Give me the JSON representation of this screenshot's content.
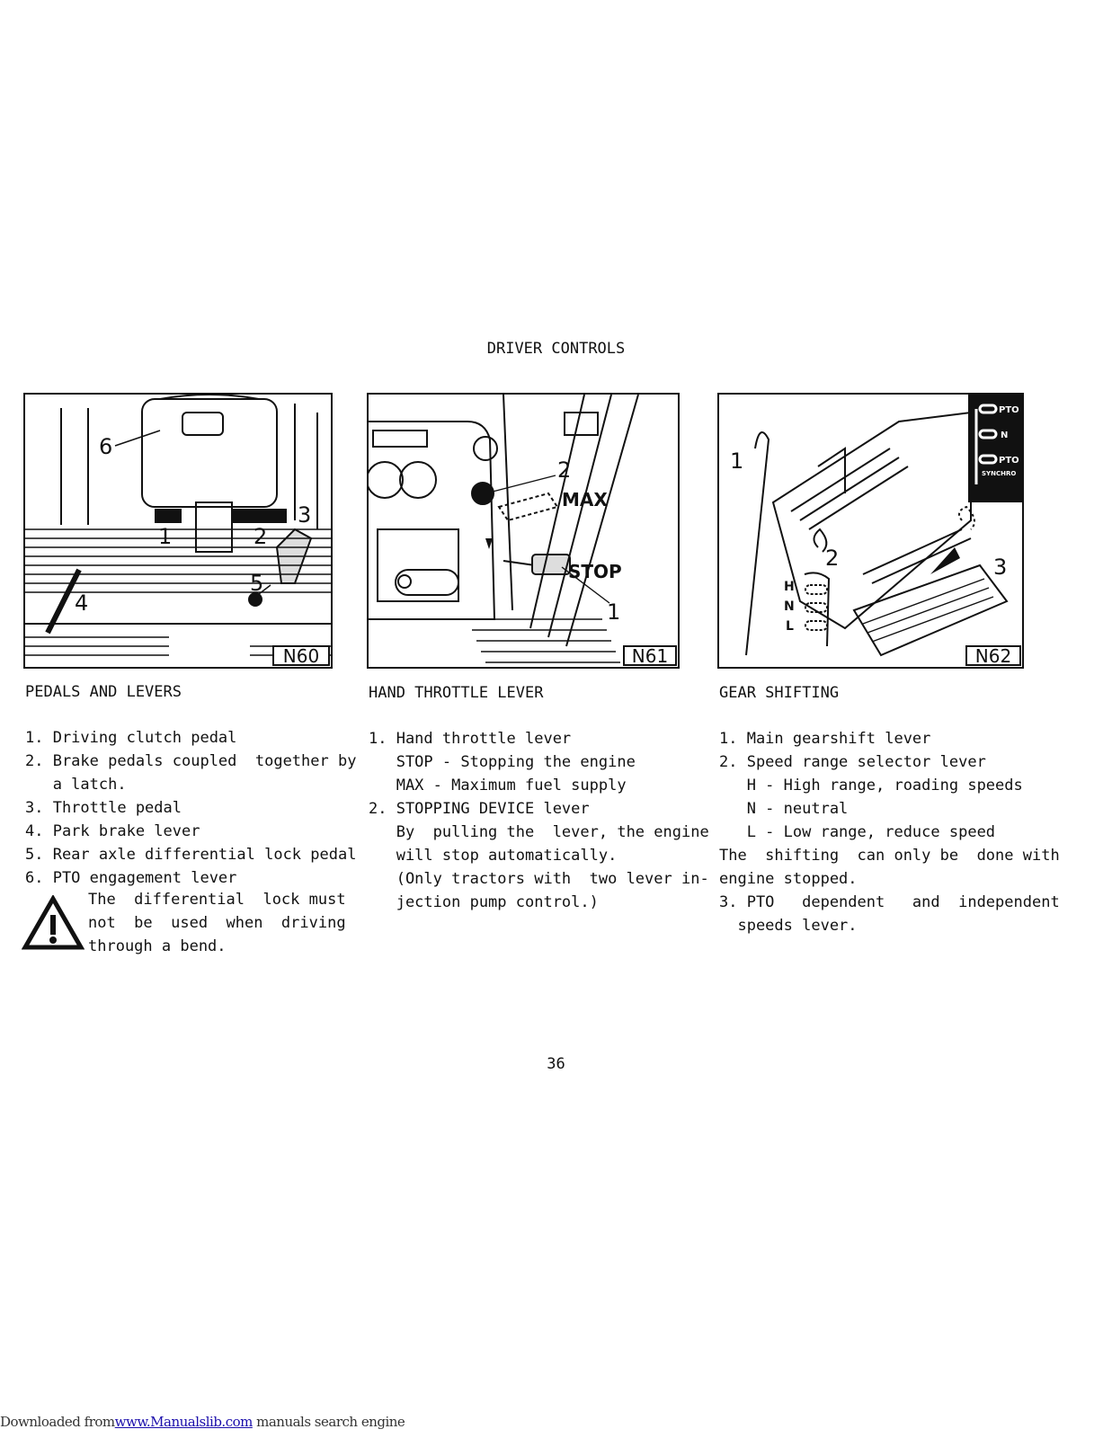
{
  "page": {
    "title": "DRIVER CONTROLS",
    "page_number": "36"
  },
  "figures": [
    {
      "label": "N60",
      "callouts": [
        "1",
        "2",
        "3",
        "4",
        "5",
        "6"
      ],
      "caption": "PEDALS AND LEVERS",
      "items": [
        "1. Driving clutch pedal",
        "2. Brake pedals coupled  together by",
        "   a latch.",
        "3. Throttle pedal",
        "4. Park brake lever",
        "5. Rear axle differential lock pedal",
        "6. PTO engagement lever"
      ],
      "warning": {
        "icon": "warning-triangle-icon",
        "lines": [
          "The  differential  lock must",
          "not  be  used  when  driving",
          "through a bend."
        ]
      }
    },
    {
      "label": "N61",
      "callouts": [
        "1",
        "2"
      ],
      "diagram_text": [
        "MAX",
        "STOP"
      ],
      "caption": "HAND THROTTLE LEVER",
      "items": [
        "1. Hand throttle lever",
        "   STOP - Stopping the engine",
        "   MAX - Maximum fuel supply",
        "2. STOPPING DEVICE lever",
        "   By  pulling the  lever, the engine",
        "   will stop automatically.",
        "   (Only tractors with  two lever in-",
        "   jection pump control.)"
      ]
    },
    {
      "label": "N62",
      "callouts": [
        "1",
        "2",
        "3"
      ],
      "diagram_text": [
        "H",
        "N",
        "L",
        "PTO",
        "N",
        "PTO",
        "SYNCHRO"
      ],
      "caption": "GEAR SHIFTING",
      "items": [
        "1. Main gearshift lever",
        "2. Speed range selector lever",
        "   H - High range, roading speeds",
        "   N - neutral",
        "   L - Low range, reduce speed",
        "The  shifting  can only be  done with",
        "engine stopped.",
        "3. PTO   dependent   and  independent",
        "  speeds lever."
      ]
    }
  ],
  "footer": {
    "prefix": "Downloaded from",
    "link": "www.Manualslib.com",
    "suffix": " manuals search engine"
  }
}
